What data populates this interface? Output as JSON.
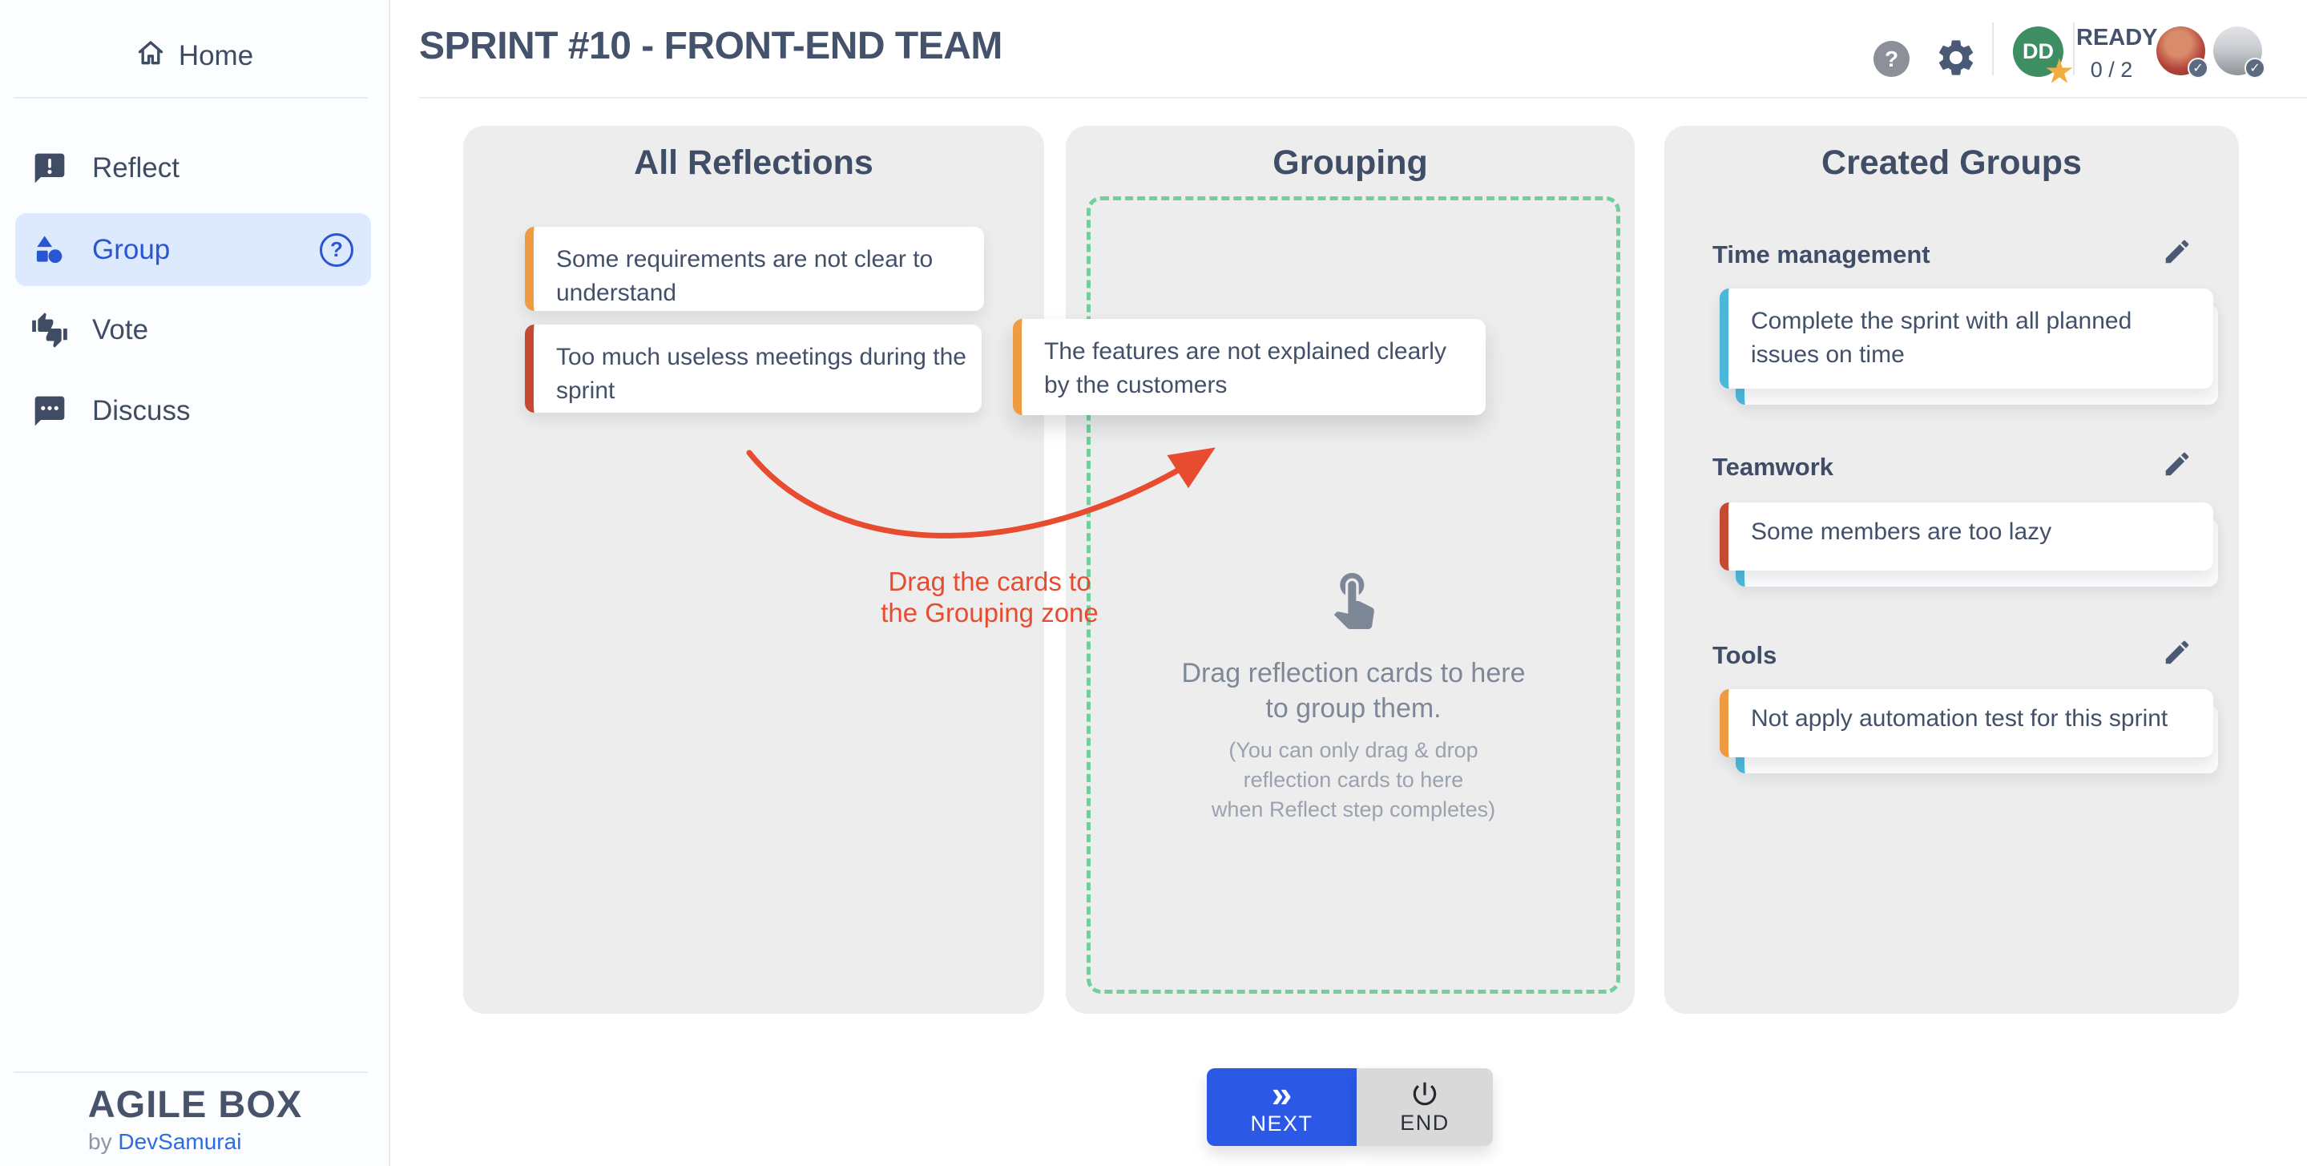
{
  "sidebar": {
    "home_label": "Home",
    "items": [
      {
        "label": "Reflect"
      },
      {
        "label": "Group"
      },
      {
        "label": "Vote"
      },
      {
        "label": "Discuss"
      }
    ],
    "logo": {
      "title": "AGILE BOX",
      "byline_prefix": "by ",
      "byline_brand": "DevSamurai"
    }
  },
  "header": {
    "title": "SPRINT #10 - FRONT-END TEAM",
    "facilitator_initials": "DD",
    "ready_label": "READY",
    "ready_count": "0 / 2"
  },
  "icons": {
    "question": "?",
    "check": "✓",
    "star": "★",
    "chevron_double": "»"
  },
  "panels": {
    "all_reflections": {
      "title": "All Reflections",
      "cards": [
        {
          "text": "Some requirements are not clear to understand",
          "accent": "#EF9B41"
        },
        {
          "text": "Too much useless meetings during the sprint",
          "accent": "#C64A32"
        }
      ]
    },
    "grouping": {
      "title": "Grouping",
      "dragged_card": {
        "text": "The features are not explained clearly by the customers",
        "accent": "#EF9B41"
      },
      "dropzone": {
        "line1": "Drag reflection cards to here",
        "line2": "to group them.",
        "note_line1": "(You can only drag & drop",
        "note_line2": "reflection cards to here",
        "note_line3": "when Reflect step completes)"
      },
      "annotation": {
        "line1": "Drag the cards to",
        "line2": "the Grouping zone"
      }
    },
    "created_groups": {
      "title": "Created Groups",
      "groups": [
        {
          "name": "Time management",
          "card": {
            "text": "Complete the sprint with all planned issues on time",
            "accent": "#4CB8D9"
          }
        },
        {
          "name": "Teamwork",
          "card": {
            "text": "Some members are too lazy",
            "accent": "#C64A32"
          }
        },
        {
          "name": "Tools",
          "card": {
            "text": "Not apply automation test for this sprint",
            "accent": "#EF9B41"
          }
        }
      ]
    }
  },
  "actions": {
    "next_label": "NEXT",
    "end_label": "END"
  },
  "colors": {
    "accent_orange": "#EF9B41",
    "accent_red": "#C64A32",
    "accent_cyan": "#4CB8D9",
    "dropzone_green": "#72CF9B",
    "primary_blue": "#2B59E6",
    "annotation_red": "#E84C30",
    "avatar_green": "#3E8E63",
    "star_yellow": "#F2AB3F",
    "active_item_bg": "#DDE9FC",
    "panel_bg": "#EDEDEE"
  }
}
